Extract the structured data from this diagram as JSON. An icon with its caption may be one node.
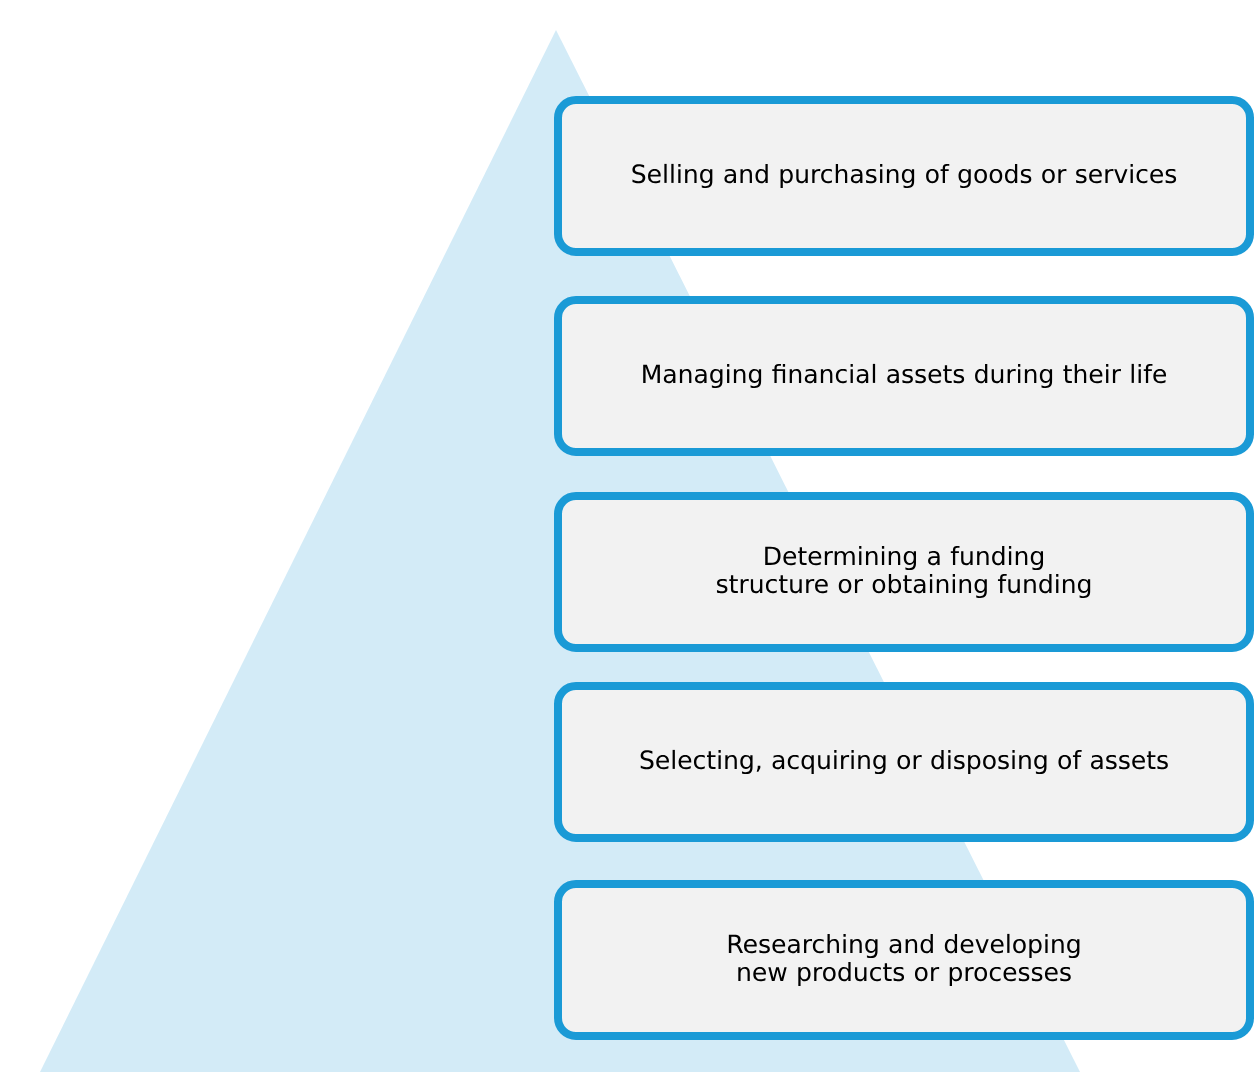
{
  "diagram": {
    "nodes": [
      {
        "text": [
          "Selling and purchasing of goods or services"
        ]
      },
      {
        "text": [
          "Managing financial assets during their life"
        ]
      },
      {
        "text": [
          "Determining a funding structure or obtaining funding"
        ]
      },
      {
        "text": [
          "Selecting, acquiring or disposing of assets"
        ]
      },
      {
        "text": [
          "Researching and developing new products or processes"
        ]
      }
    ]
  }
}
